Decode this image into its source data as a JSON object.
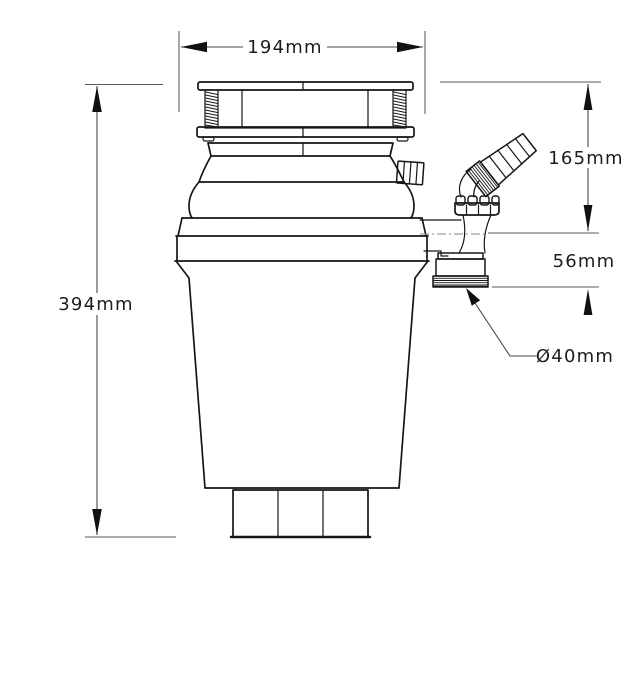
{
  "title": "Waste disposal unit dimension drawing",
  "colors": {
    "background": "#ffffff",
    "line": "#161616",
    "dimension_line": "#4a4a4a",
    "centerline": "#8a8a8a",
    "text": "#1d1d1f"
  },
  "dimensions": {
    "flange_width": "194mm",
    "upper_height": "165mm",
    "outlet_drop": "56mm",
    "overall_height": "394mm",
    "outlet_diameter": "Ø40mm"
  }
}
